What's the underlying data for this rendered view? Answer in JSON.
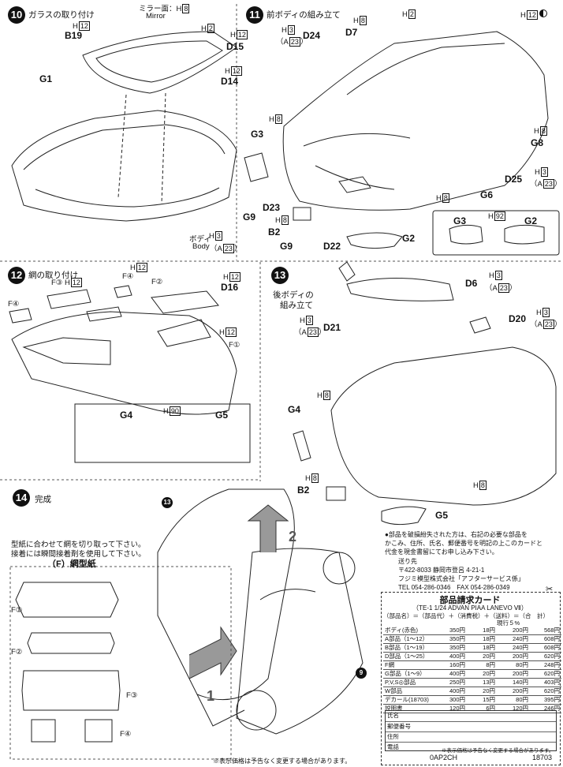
{
  "step10": {
    "num": "10",
    "title": "ガラスの取り付け",
    "mirror_label": "ミラー面：H",
    "mirror_h": "8",
    "mirror_en": "Mirror",
    "b19_h": "12",
    "b19": "B19",
    "h2": "2",
    "g1": "G1",
    "body_label": "ボディ",
    "body_en": "Body",
    "body_h": "3",
    "body_a": "A",
    "body_a_n": "23"
  },
  "step11": {
    "num": "11",
    "title": "前ボディの組み立て",
    "d15_h": "12",
    "d15": "D15",
    "d24_h": "3",
    "d24_a": "23",
    "d24": "D24",
    "d7_h": "8",
    "d7": "D7",
    "d14_h": "12",
    "d14": "D14",
    "top_h": "2",
    "top_right_h": "12",
    "hood_h": "8",
    "g3": "G3",
    "g8_h": "8",
    "g8": "G8",
    "d25_h": "3",
    "d25_a": "23",
    "d25": "D25",
    "g6_h": "8",
    "g6": "G6",
    "g9": "G9",
    "d23": "D23",
    "b2_h": "8",
    "b2": "B2",
    "g9b": "G9",
    "d22": "D22",
    "g2": "G2",
    "inset_g3": "G3",
    "inset_g3_h": "92",
    "inset_g2": "G2"
  },
  "step12": {
    "num": "12",
    "title": "網の取り付け",
    "f3_h": "12",
    "f3": "F③",
    "f4a": "F④",
    "f4b": "F④",
    "f2": "F②",
    "d16_h": "12",
    "d16": "D16",
    "f1_h": "12",
    "f1": "F①",
    "f1b_h": "12",
    "inset_g4": "G4",
    "inset_g4_h": "90",
    "inset_g5": "G5"
  },
  "step13": {
    "num": "13",
    "title_line1": "後ボディの",
    "title_line2": "組み立て",
    "d21_h": "3",
    "d21_a": "23",
    "d21": "D21",
    "d6_h": "3",
    "d6_a": "23",
    "d6": "D6",
    "d20_h": "3",
    "d20_a": "23",
    "d20": "D20",
    "g4": "G4",
    "trunk_h": "8",
    "b2_h": "8",
    "b2": "B2",
    "lamp_h": "8",
    "g5": "G5"
  },
  "step14": {
    "num": "14",
    "title": "完成",
    "ref13": "13",
    "ref9": "9",
    "arrow1": "1",
    "arrow2": "2"
  },
  "template": {
    "note_line1": "型紙に合わせて網を切り取って下さい。",
    "note_line2": "接着には瞬間接着剤を使用して下さい。",
    "title": "（F）網型紙",
    "f1": "F①",
    "f2": "F②",
    "f3": "F③",
    "f4": "F④"
  },
  "order": {
    "intro_lines": [
      "●部品を破損紛失された方は、右記の必要な部品を",
      "かこみ、住所、氏名、郵便番号を明記の上このカードと",
      "代金を現金書留にてお申し込み下さい。"
    ],
    "sender_label": "送り先",
    "address": "〒422-8033 静岡市登呂 4-21-1",
    "company": "フジミ模型株式会社「アフターサービス係」",
    "tel": "TEL 054-286-0346",
    "fax": "FAX 054-286-0349",
    "card_title": "部品請求カード",
    "model": "（TE-1 1/24 ADVAN PIAA LANEVO Ⅶ）",
    "header": "（部品名）＝（部品代）＋（消費税）＋（送料）＝（合　計）",
    "tax_note": "現行５%",
    "rows": [
      [
        "ボディ(赤色)",
        "350円",
        "18円",
        "200円",
        "568円"
      ],
      [
        "A部品（1〜12）",
        "350円",
        "18円",
        "240円",
        "608円"
      ],
      [
        "B部品（1〜19）",
        "350円",
        "18円",
        "240円",
        "608円"
      ],
      [
        "D部品（1〜25）",
        "400円",
        "20円",
        "200円",
        "620円"
      ],
      [
        "F網",
        "160円",
        "8円",
        "80円",
        "248円"
      ],
      [
        "G部品（1〜9）",
        "400円",
        "20円",
        "200円",
        "620円"
      ],
      [
        "P,V,S◎部品",
        "250円",
        "13円",
        "140円",
        "403円"
      ],
      [
        "W部品",
        "400円",
        "20円",
        "200円",
        "620円"
      ],
      [
        "デカール(18703)",
        "300円",
        "15円",
        "80円",
        "395円"
      ],
      [
        "説明書",
        "120円",
        "6円",
        "120円",
        "246円"
      ]
    ],
    "name_label": "氏名",
    "postal_label": "郵便番号",
    "address_label": "住所",
    "phone_label": "電話",
    "price_note": "※表示価格は予告なく変更する場合があります。",
    "code": "0AP2CH",
    "item_no": "18703"
  },
  "footer": {
    "note": "※表示価格は予告なく変更する場合があります。"
  }
}
